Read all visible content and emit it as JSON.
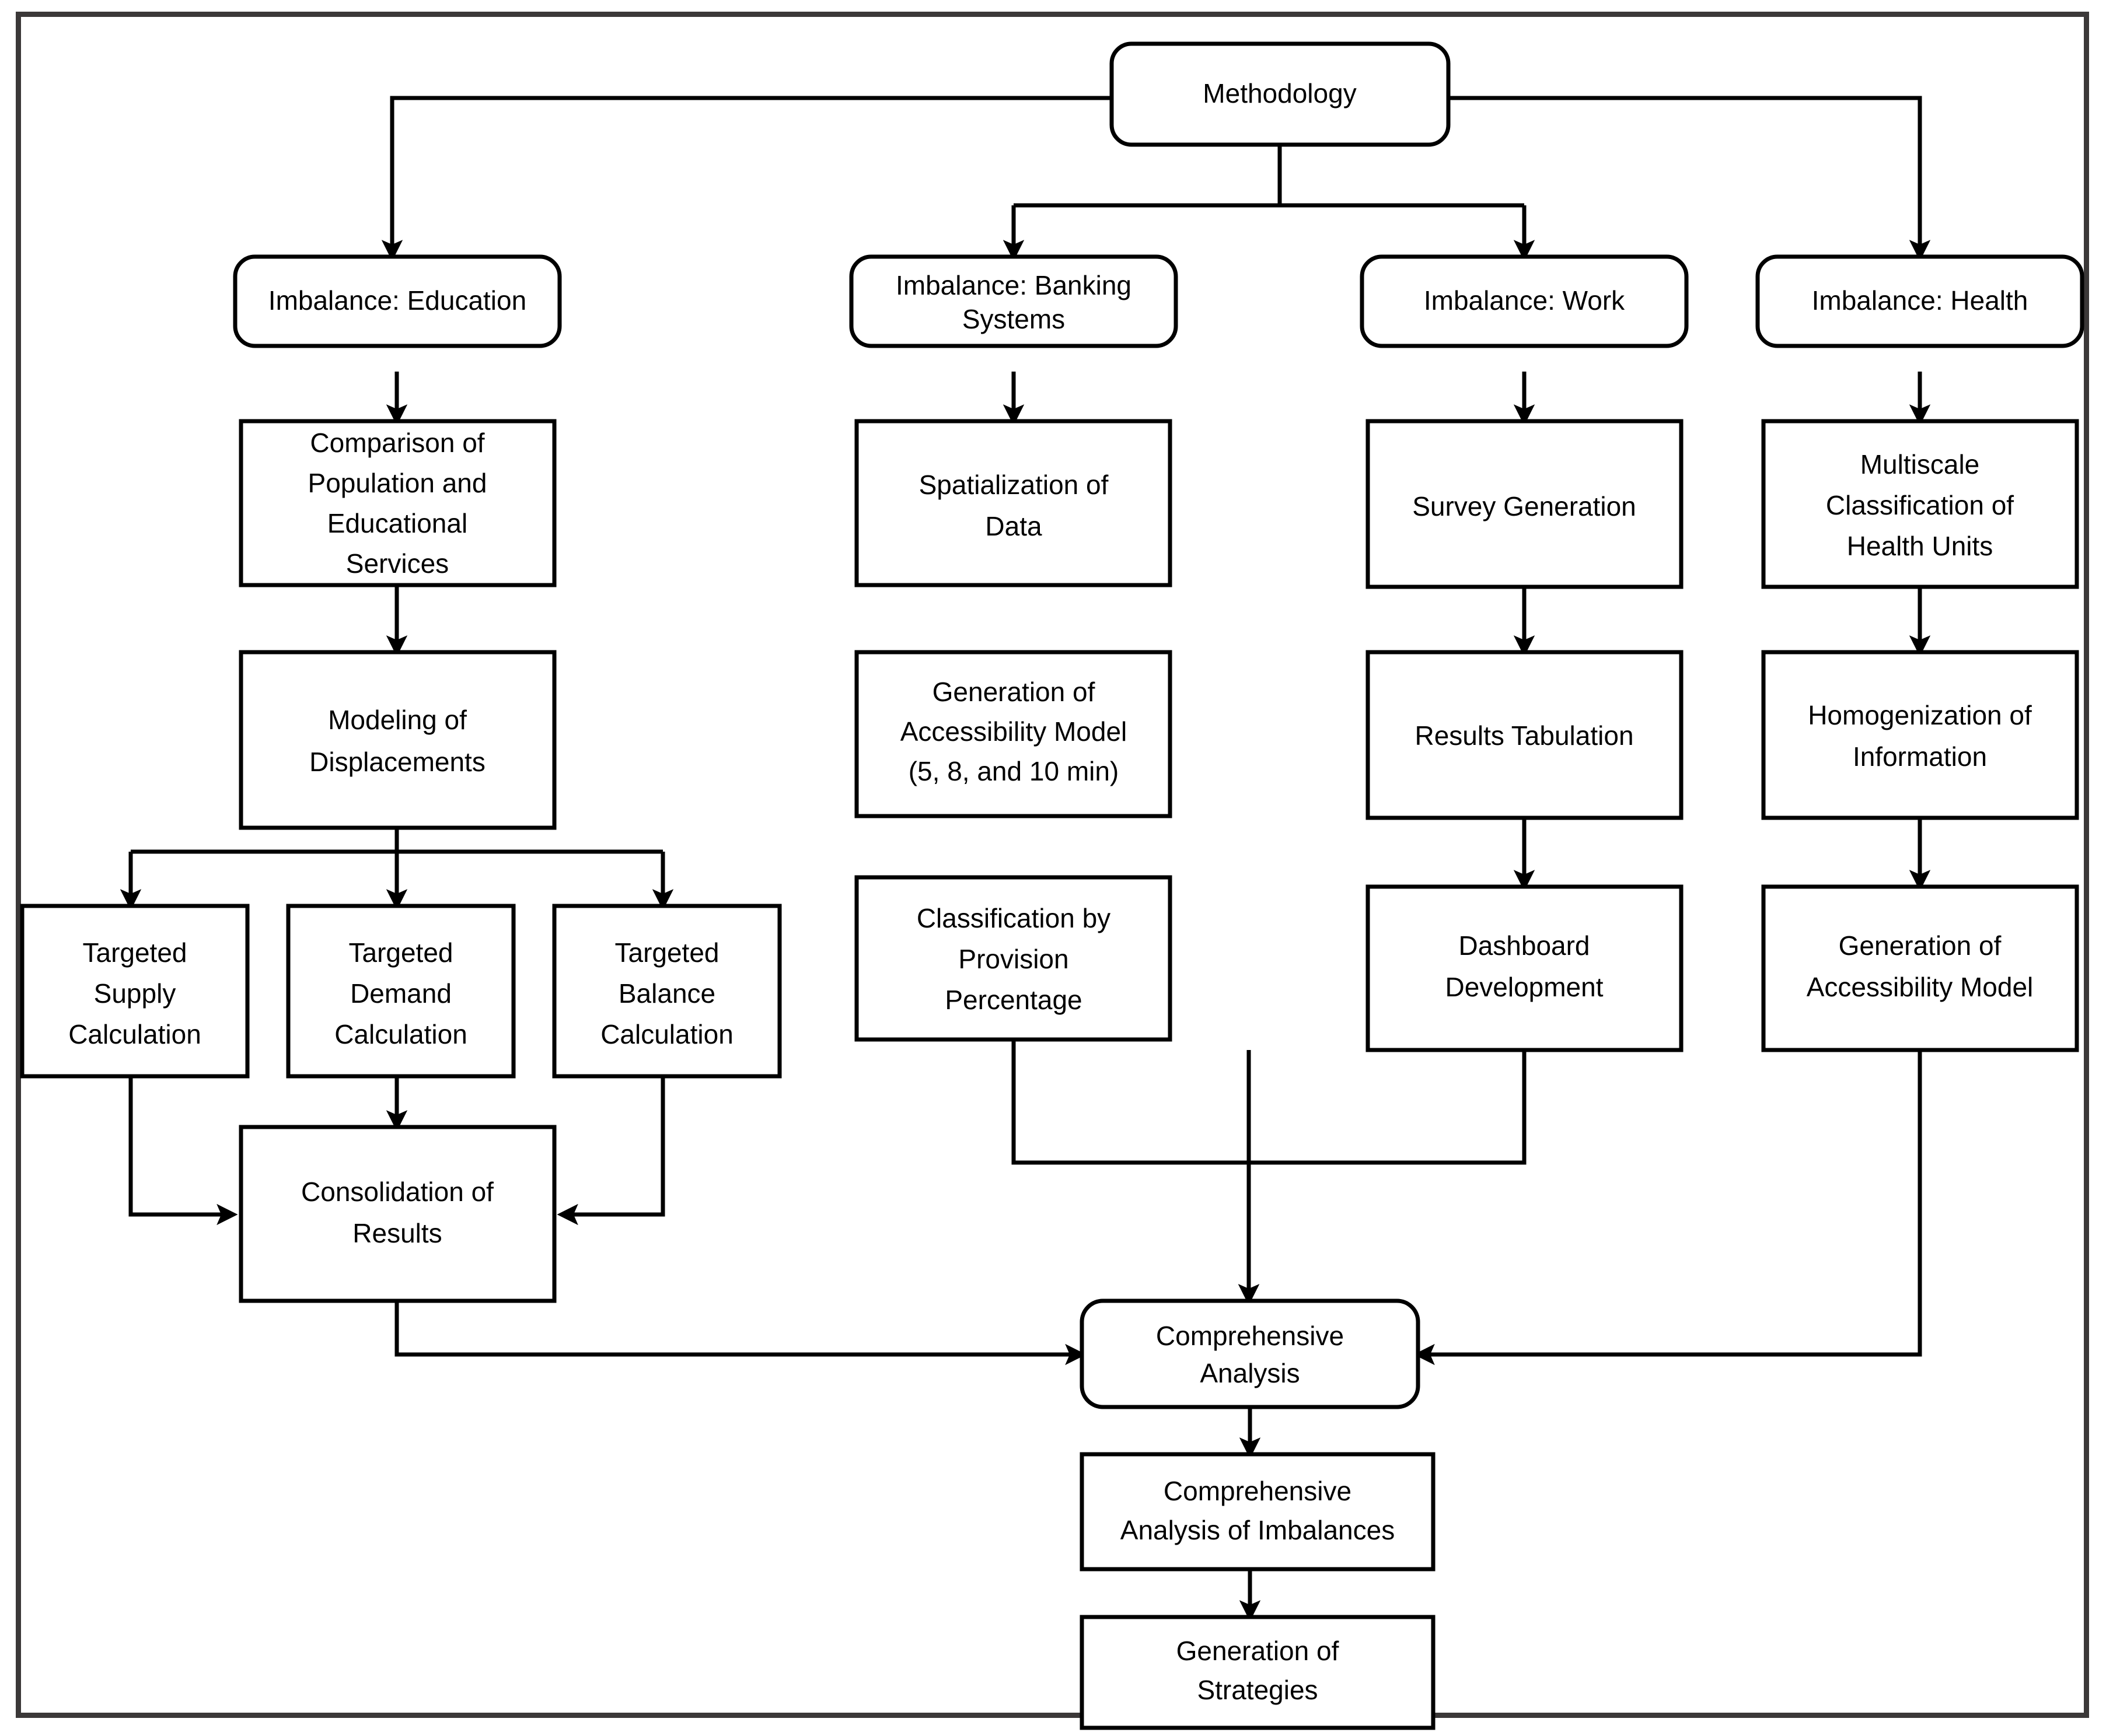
{
  "diagram": {
    "title": "Methodology Flowchart",
    "colors": {
      "frame": "#3b3838",
      "stroke": "#000000",
      "fill": "#ffffff",
      "text": "#000000"
    }
  },
  "nodes": {
    "methodology": {
      "label": "Methodology",
      "shape": "rounded"
    },
    "imb_education": {
      "label": "Imbalance: Education",
      "shape": "rounded"
    },
    "imb_banking_l1": {
      "label": "Imbalance: Banking",
      "shape": "rounded"
    },
    "imb_banking_l2": {
      "label": "Systems"
    },
    "imb_work": {
      "label": "Imbalance: Work",
      "shape": "rounded"
    },
    "imb_health": {
      "label": "Imbalance: Health",
      "shape": "rounded"
    },
    "edu_compare_l1": {
      "label": "Comparison of"
    },
    "edu_compare_l2": {
      "label": "Population and"
    },
    "edu_compare_l3": {
      "label": "Educational"
    },
    "edu_compare_l4": {
      "label": "Services"
    },
    "edu_modeling_l1": {
      "label": "Modeling of"
    },
    "edu_modeling_l2": {
      "label": "Displacements"
    },
    "edu_supply_l1": {
      "label": "Targeted"
    },
    "edu_supply_l2": {
      "label": "Supply"
    },
    "edu_supply_l3": {
      "label": "Calculation"
    },
    "edu_demand_l1": {
      "label": "Targeted"
    },
    "edu_demand_l2": {
      "label": "Demand"
    },
    "edu_demand_l3": {
      "label": "Calculation"
    },
    "edu_balance_l1": {
      "label": "Targeted"
    },
    "edu_balance_l2": {
      "label": "Balance"
    },
    "edu_balance_l3": {
      "label": "Calculation"
    },
    "edu_consolidation_l1": {
      "label": "Consolidation of"
    },
    "edu_consolidation_l2": {
      "label": "Results"
    },
    "bank_spatial_l1": {
      "label": "Spatialization of"
    },
    "bank_spatial_l2": {
      "label": "Data"
    },
    "bank_access_l1": {
      "label": "Generation of"
    },
    "bank_access_l2": {
      "label": "Accessibility Model"
    },
    "bank_access_l3": {
      "label": "(5, 8, and 10 min)"
    },
    "bank_class_l1": {
      "label": "Classification by"
    },
    "bank_class_l2": {
      "label": "Provision"
    },
    "bank_class_l3": {
      "label": "Percentage"
    },
    "work_survey": {
      "label": "Survey Generation"
    },
    "work_results": {
      "label": "Results Tabulation"
    },
    "work_dashboard_l1": {
      "label": "Dashboard"
    },
    "work_dashboard_l2": {
      "label": "Development"
    },
    "health_multiscale_l1": {
      "label": "Multiscale"
    },
    "health_multiscale_l2": {
      "label": "Classification of"
    },
    "health_multiscale_l3": {
      "label": "Health Units"
    },
    "health_homog_l1": {
      "label": "Homogenization of"
    },
    "health_homog_l2": {
      "label": "Information"
    },
    "health_access_l1": {
      "label": "Generation of"
    },
    "health_access_l2": {
      "label": "Accessibility Model"
    },
    "comp_analysis_l1": {
      "label": "Comprehensive"
    },
    "comp_analysis_l2": {
      "label": "Analysis"
    },
    "comp_imbalances_l1": {
      "label": "Comprehensive"
    },
    "comp_imbalances_l2": {
      "label": "Analysis of Imbalances"
    },
    "strategies_l1": {
      "label": "Generation of"
    },
    "strategies_l2": {
      "label": "Strategies"
    }
  },
  "flow": {
    "columns": [
      "Education",
      "Banking Systems",
      "Work",
      "Health"
    ],
    "edges": [
      "Methodology -> Imbalance: Education",
      "Methodology -> Imbalance: Banking Systems",
      "Methodology -> Imbalance: Work",
      "Methodology -> Imbalance: Health",
      "Imbalance: Education -> Comparison of Population and Educational Services",
      "Comparison of Population and Educational Services -> Modeling of Displacements",
      "Modeling of Displacements -> Targeted Supply Calculation",
      "Modeling of Displacements -> Targeted Demand Calculation",
      "Modeling of Displacements -> Targeted Balance Calculation",
      "Targeted Supply Calculation -> Consolidation of Results",
      "Targeted Demand Calculation -> Consolidation of Results",
      "Targeted Balance Calculation -> Consolidation of Results",
      "Consolidation of Results -> Comprehensive Analysis",
      "Imbalance: Banking Systems -> Spatialization of Data",
      "Classification by Provision Percentage -> Comprehensive Analysis",
      "Imbalance: Work -> Survey Generation",
      "Survey Generation -> Results Tabulation",
      "Results Tabulation -> Dashboard Development",
      "Dashboard Development -> Comprehensive Analysis",
      "Imbalance: Health -> Multiscale Classification of Health Units",
      "Multiscale Classification of Health Units -> Homogenization of Information",
      "Homogenization of Information -> Generation of Accessibility Model",
      "Generation of Accessibility Model -> Comprehensive Analysis",
      "Comprehensive Analysis -> Comprehensive Analysis of Imbalances",
      "Comprehensive Analysis of Imbalances -> Generation of Strategies"
    ]
  }
}
